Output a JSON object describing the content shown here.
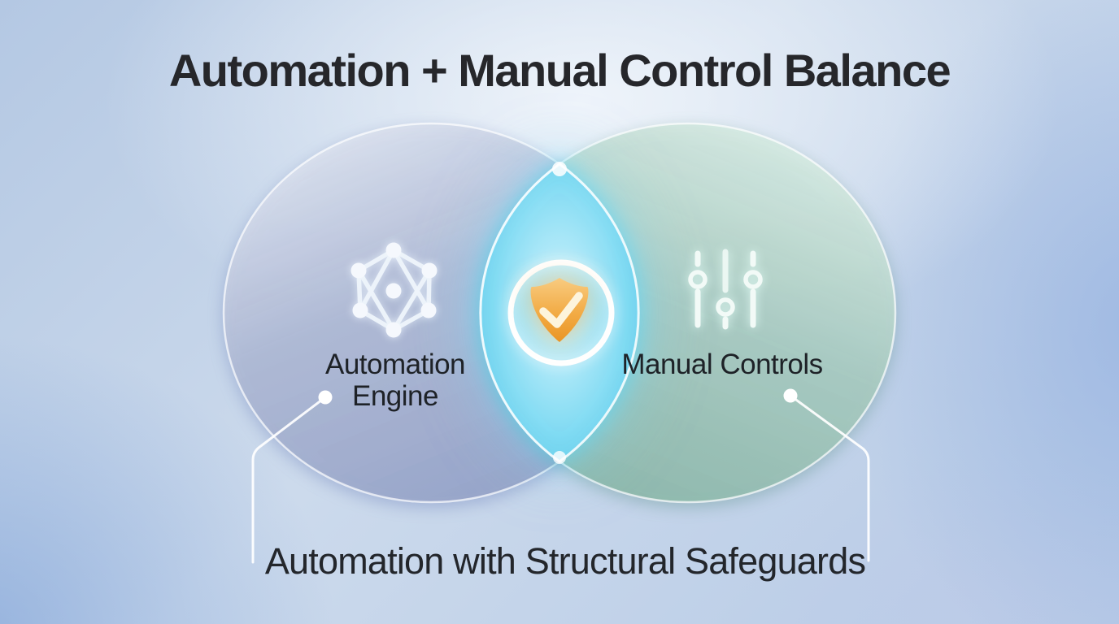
{
  "title": "Automation + Manual Control Balance",
  "venn": {
    "left": {
      "label": "Automation Engine",
      "icon": "network-nodes-icon",
      "fill_color": "#AFB9D2"
    },
    "right": {
      "label": "Manual Controls",
      "icon": "sliders-icon",
      "fill_color": "#A6C9BE"
    },
    "overlap": {
      "icon": "shield-check-icon",
      "glow_color": "#7EDCF5",
      "shield_color": "#F0A63C"
    },
    "caption": "Automation with Structural Safeguards"
  },
  "colors": {
    "title_text": "#26272B",
    "label_text": "#1E2227",
    "caption_text": "#23262B",
    "background_blue": "#BCCEE7",
    "connector_line": "#FFFFFF",
    "icon_white": "#F4F8FC",
    "checkmark_cream": "#FDF4DC"
  }
}
